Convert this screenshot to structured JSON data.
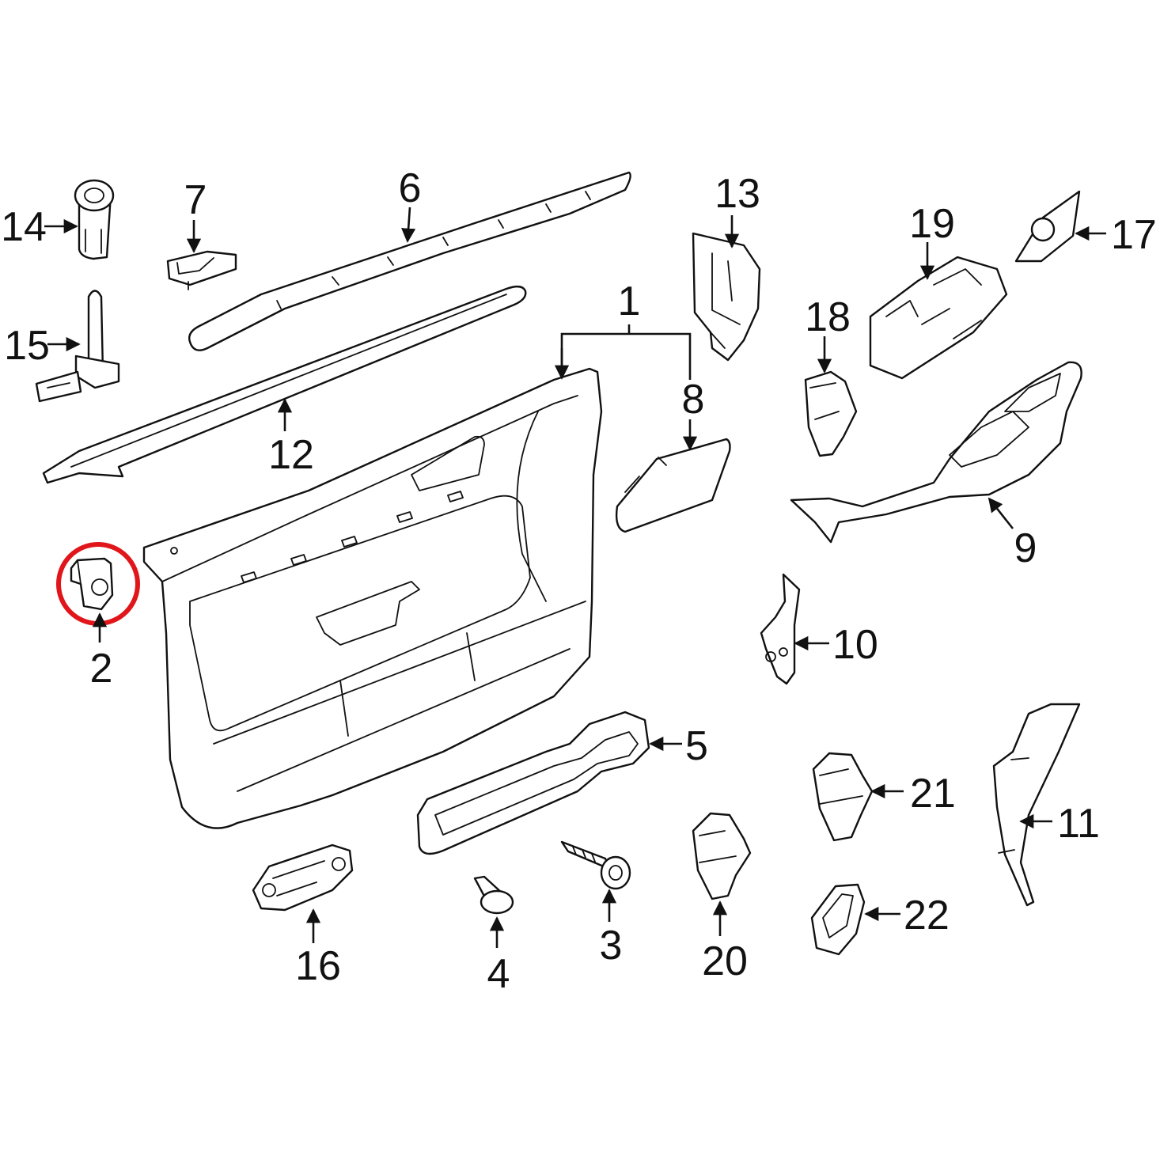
{
  "highlight_color": "#e0161b",
  "line_color": "#111111",
  "callouts": {
    "c1": "1",
    "c2": "2",
    "c3": "3",
    "c4": "4",
    "c5": "5",
    "c6": "6",
    "c7": "7",
    "c8": "8",
    "c9": "9",
    "c10": "10",
    "c11": "11",
    "c12": "12",
    "c13": "13",
    "c14": "14",
    "c15": "15",
    "c16": "16",
    "c17": "17",
    "c18": "18",
    "c19": "19",
    "c20": "20",
    "c21": "21",
    "c22": "22"
  },
  "highlighted_part": "2"
}
